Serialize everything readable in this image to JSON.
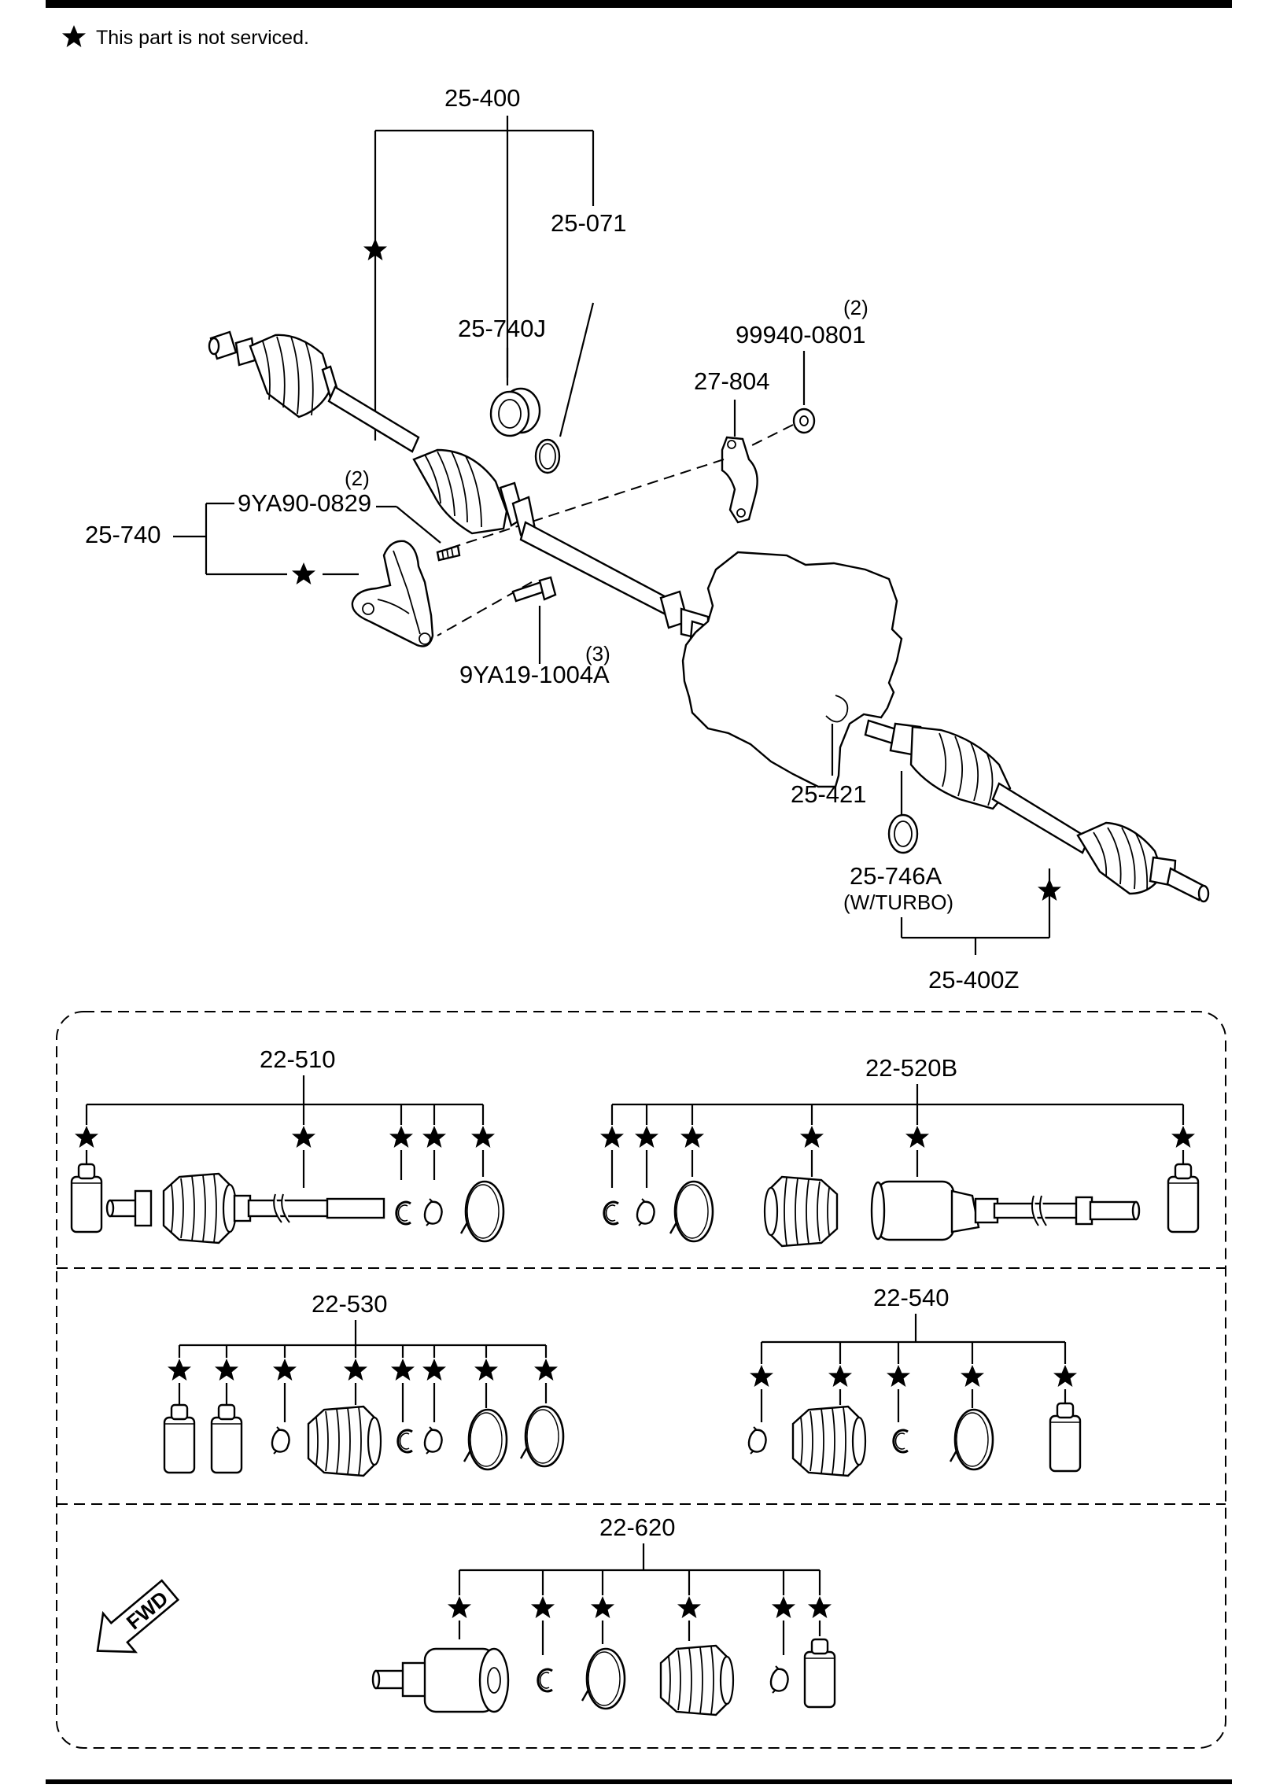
{
  "legend": {
    "text": "This part is not serviced.",
    "icon": "star-icon"
  },
  "callouts": {
    "c_25_400": "25-400",
    "c_25_071": "25-071",
    "c_25_740J": "25-740J",
    "c_99940_qty": "(2)",
    "c_99940": "99940-0801",
    "c_27_804": "27-804",
    "c_9YA90_qty": "(2)",
    "c_9YA90": "9YA90-0829",
    "c_25_740": "25-740",
    "c_9YA19_qty": "(3)",
    "c_9YA19": "9YA19-1004A",
    "c_25_421": "25-421",
    "c_25_746A": "25-746A",
    "c_25_746A_note": "(W/TURBO)",
    "c_25_400Z": "25-400Z"
  },
  "kits": {
    "k_22_510": "22-510",
    "k_22_520B": "22-520B",
    "k_22_530": "22-530",
    "k_22_540": "22-540",
    "k_22_620": "22-620"
  },
  "fwd_label": "FWD"
}
